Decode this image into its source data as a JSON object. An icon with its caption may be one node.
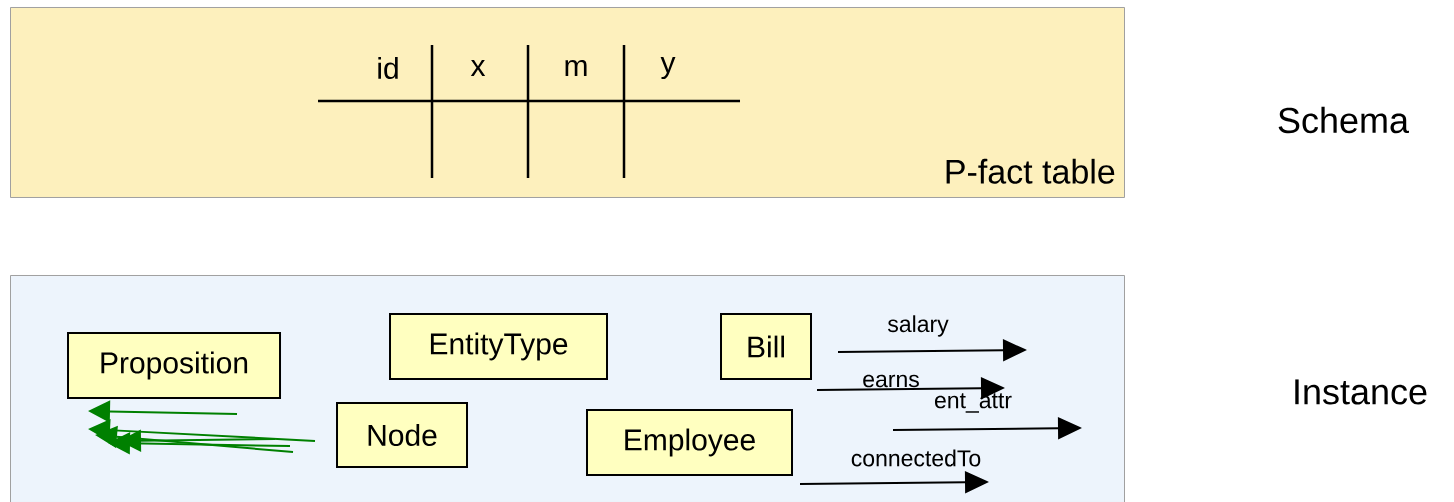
{
  "diagram": {
    "nodes": [
      {
        "text": [
          "P-fact table"
        ]
      },
      {
        "text": [],
        "shape": "box"
      },
      {
        "text": [
          "Proposition"
        ],
        "in": 1
      },
      {
        "text": [
          "EntityType"
        ],
        "in": 1
      },
      {
        "text": [
          "Bill"
        ],
        "in": 1
      },
      {
        "text": [
          "Node"
        ],
        "in": 1
      },
      {
        "text": [
          "Employee"
        ],
        "in": 1
      }
    ],
    "edges": [
      {
        "from": null,
        "to": 2,
        "arrow": "to",
        "color": "#008000"
      },
      {
        "from": null,
        "to": 2,
        "arrow": "to",
        "color": "#008000"
      },
      {
        "from": null,
        "to": 2,
        "arrow": "to",
        "color": "#008000"
      },
      {
        "from": null,
        "to": 2,
        "arrow": "to",
        "color": "#008000"
      },
      {
        "from": null,
        "to": 2,
        "arrow": "to",
        "color": "#008000"
      }
    ],
    "labels": [
      "id",
      "x",
      "m",
      "y",
      "Schema",
      "salary",
      "earns",
      "ent_attr",
      "connectedTo",
      "Instance"
    ]
  }
}
